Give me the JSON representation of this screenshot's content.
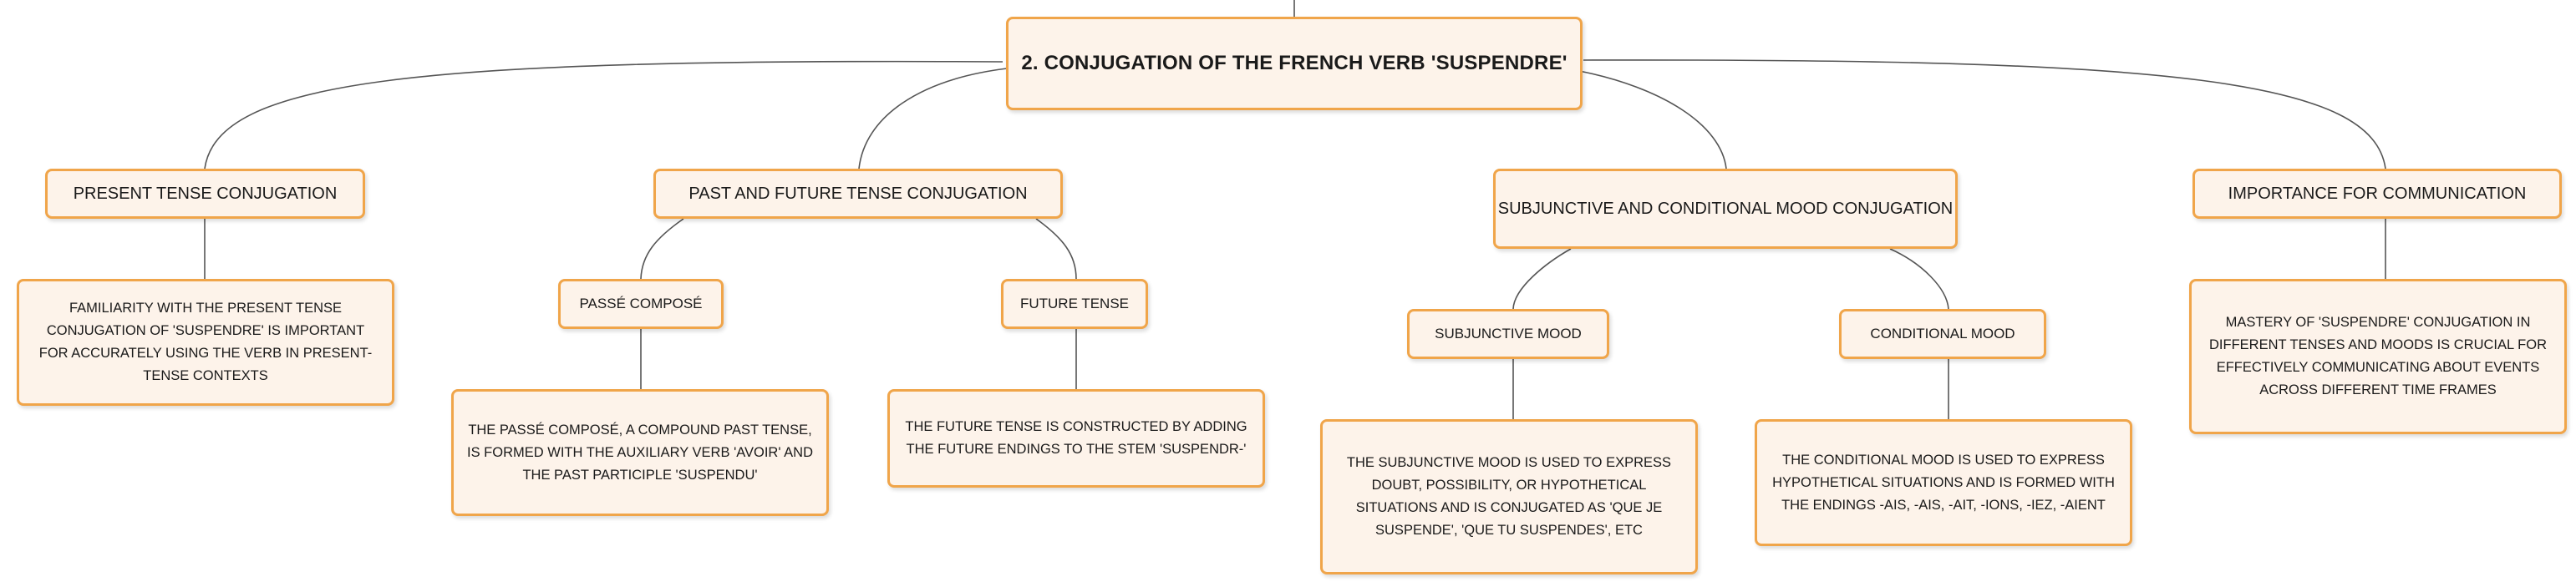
{
  "colors": {
    "node_fill": "#fdf3ea",
    "node_border": "#f0a54a",
    "link": "#555555"
  },
  "root": {
    "title": "2. CONJUGATION OF THE FRENCH VERB 'SUSPENDRE'"
  },
  "branches": [
    {
      "title": "PRESENT TENSE CONJUGATION",
      "detail": "FAMILIARITY WITH THE PRESENT TENSE CONJUGATION OF 'SUSPENDRE' IS IMPORTANT FOR ACCURATELY USING THE VERB IN PRESENT-TENSE CONTEXTS"
    },
    {
      "title": "PAST AND FUTURE TENSE CONJUGATION",
      "children": [
        {
          "title": "PASSÉ COMPOSÉ",
          "detail": "THE PASSÉ COMPOSÉ, A COMPOUND PAST TENSE, IS FORMED WITH THE AUXILIARY VERB 'AVOIR' AND THE PAST PARTICIPLE 'SUSPENDU'"
        },
        {
          "title": "FUTURE TENSE",
          "detail": "THE FUTURE TENSE IS CONSTRUCTED BY ADDING THE FUTURE ENDINGS TO THE STEM 'SUSPENDR-'"
        }
      ]
    },
    {
      "title": "SUBJUNCTIVE AND CONDITIONAL MOOD CONJUGATION",
      "children": [
        {
          "title": "SUBJUNCTIVE MOOD",
          "detail": "THE SUBJUNCTIVE MOOD IS USED TO EXPRESS DOUBT, POSSIBILITY, OR HYPOTHETICAL SITUATIONS AND IS CONJUGATED AS 'QUE JE SUSPENDE', 'QUE TU SUSPENDES', ETC"
        },
        {
          "title": "CONDITIONAL MOOD",
          "detail": "THE CONDITIONAL MOOD IS USED TO EXPRESS HYPOTHETICAL SITUATIONS AND IS FORMED WITH THE ENDINGS -AIS, -AIS, -AIT, -IONS, -IEZ, -AIENT"
        }
      ]
    },
    {
      "title": "IMPORTANCE FOR COMMUNICATION",
      "detail": "MASTERY OF 'SUSPENDRE' CONJUGATION IN DIFFERENT TENSES AND MOODS IS CRUCIAL FOR EFFECTIVELY COMMUNICATING ABOUT EVENTS ACROSS DIFFERENT TIME FRAMES"
    }
  ]
}
